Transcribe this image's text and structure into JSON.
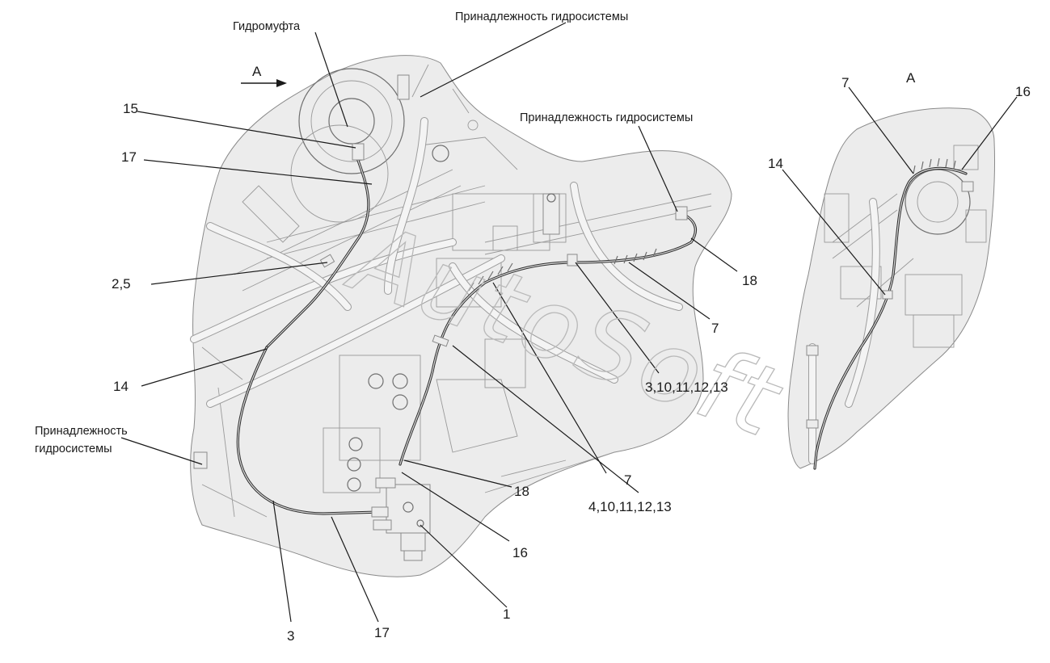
{
  "labels": {
    "hydro_coupling": "Гидромуфта",
    "accessory_top": "Принадлежность гидросистемы",
    "accessory_mid": "Принадлежность гидросистемы",
    "accessory_left_line1": "Принадлежность",
    "accessory_left_line2": "гидросистемы",
    "view_arrow_main": "А",
    "view_title_inset": "А",
    "n15": "15",
    "n17_top": "17",
    "n2_5": "2,5",
    "n14_main": "14",
    "n3": "3",
    "n17_bottom": "17",
    "n1": "1",
    "n16_main": "16",
    "n18_bottom": "18",
    "n4_group": "4,10,11,12,13",
    "n7_bottom": "7",
    "n3_group": "3,10,11,12,13",
    "n7_right": "7",
    "n18_right": "18",
    "n7_inset": "7",
    "n16_inset": "16",
    "n14_inset": "14"
  },
  "watermark": "AutoSoft",
  "colors": {
    "line": "#1a1a1a",
    "part_fill": "#ececec",
    "part_edge": "#8a8a8a"
  }
}
